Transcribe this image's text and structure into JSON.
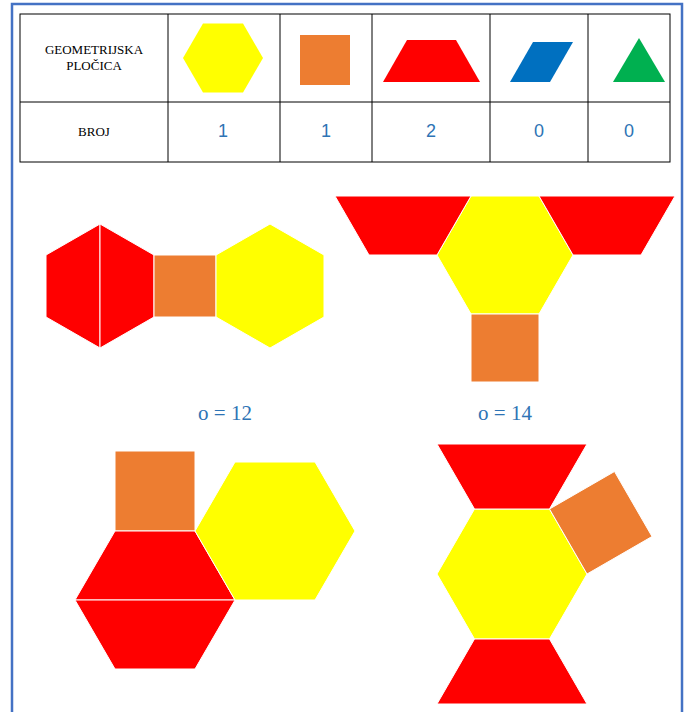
{
  "diagram": {
    "labels": [
      "GEOMETRIJSKA PLOČICA",
      "BROJ",
      "1",
      "1",
      "2",
      "0",
      "0",
      "o = 12",
      "o = 14"
    ]
  }
}
